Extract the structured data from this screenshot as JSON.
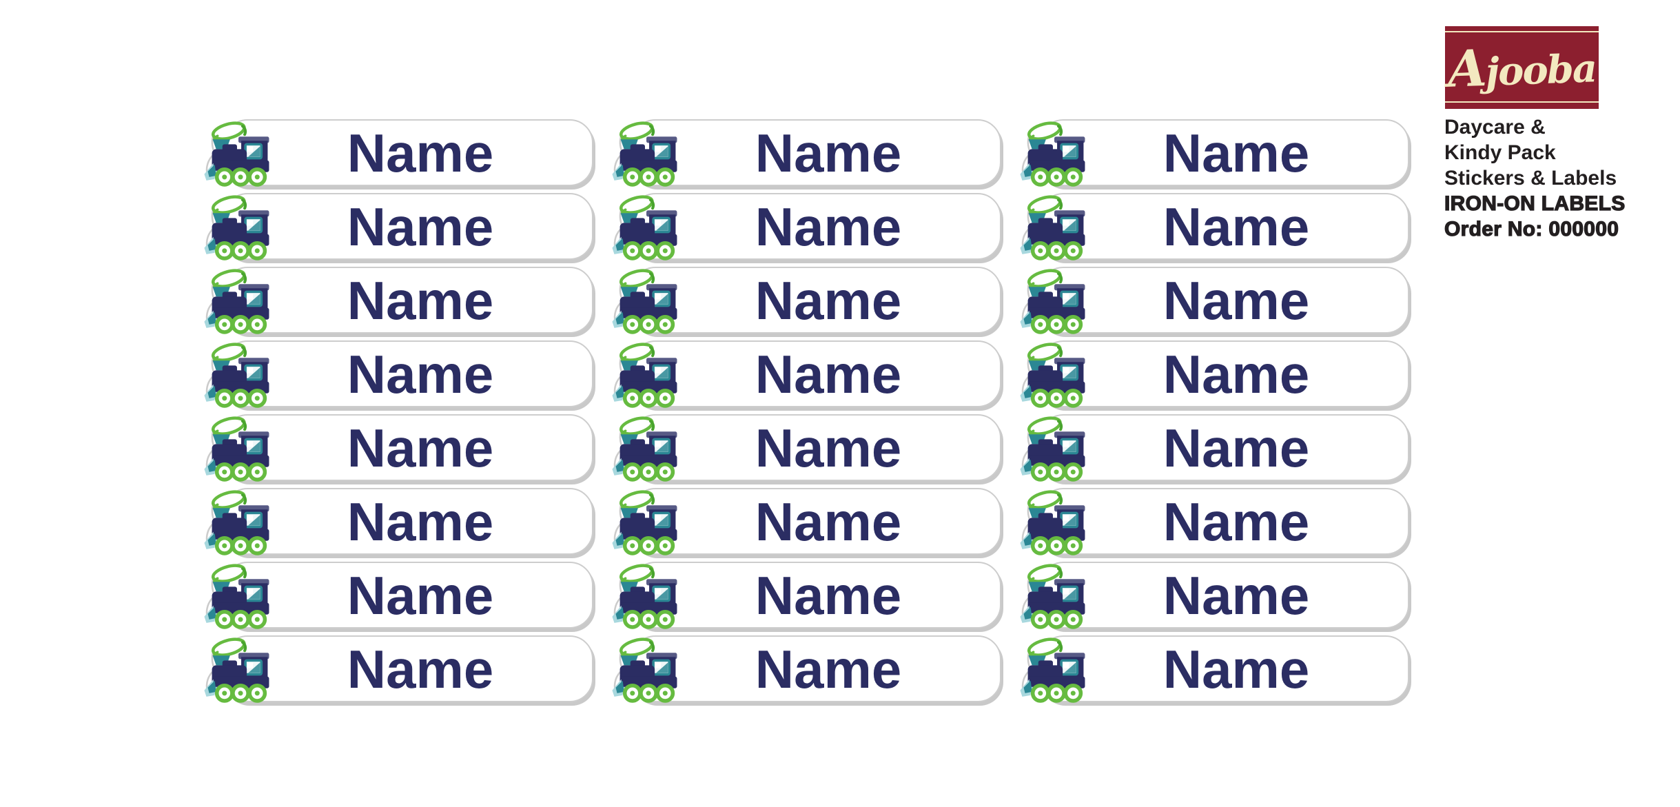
{
  "colors": {
    "navy": "#2b2d63",
    "green": "#66bb40",
    "green_dark": "#49a42e",
    "teal": "#2b8794",
    "light_teal": "#a8d8de",
    "label_border": "#cdcdcd",
    "label_shadow": "#c9c9c9",
    "maroon": "#8c1f2f",
    "cream": "#f3e9c0",
    "text_black": "#231f20"
  },
  "branding": {
    "logo_text": "Ajooba",
    "lines": [
      {
        "text": "Daycare &",
        "weight": "bold"
      },
      {
        "text": "Kindy Pack",
        "weight": "bold"
      },
      {
        "text": "Stickers & Labels",
        "weight": "bold"
      },
      {
        "text": "IRON-ON LABELS",
        "weight": "black"
      },
      {
        "text": "Order No: 000000",
        "weight": "black"
      }
    ]
  },
  "labels": {
    "grid": {
      "columns": 3,
      "rows": 8
    },
    "icon": "train-icon",
    "items": [
      {
        "text": "Name"
      },
      {
        "text": "Name"
      },
      {
        "text": "Name"
      },
      {
        "text": "Name"
      },
      {
        "text": "Name"
      },
      {
        "text": "Name"
      },
      {
        "text": "Name"
      },
      {
        "text": "Name"
      },
      {
        "text": "Name"
      },
      {
        "text": "Name"
      },
      {
        "text": "Name"
      },
      {
        "text": "Name"
      },
      {
        "text": "Name"
      },
      {
        "text": "Name"
      },
      {
        "text": "Name"
      },
      {
        "text": "Name"
      },
      {
        "text": "Name"
      },
      {
        "text": "Name"
      },
      {
        "text": "Name"
      },
      {
        "text": "Name"
      },
      {
        "text": "Name"
      },
      {
        "text": "Name"
      },
      {
        "text": "Name"
      },
      {
        "text": "Name"
      }
    ]
  }
}
